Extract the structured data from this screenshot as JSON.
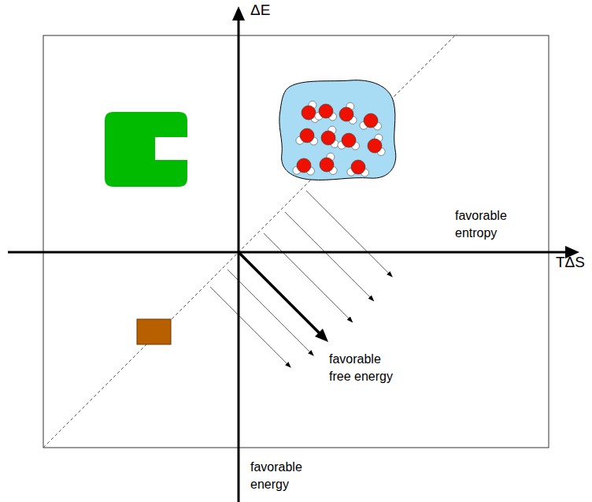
{
  "diagram": {
    "labels": [
      "ΔE",
      "TΔS",
      "favorable entropy",
      "favorable free energy",
      "favorable energy"
    ]
  }
}
